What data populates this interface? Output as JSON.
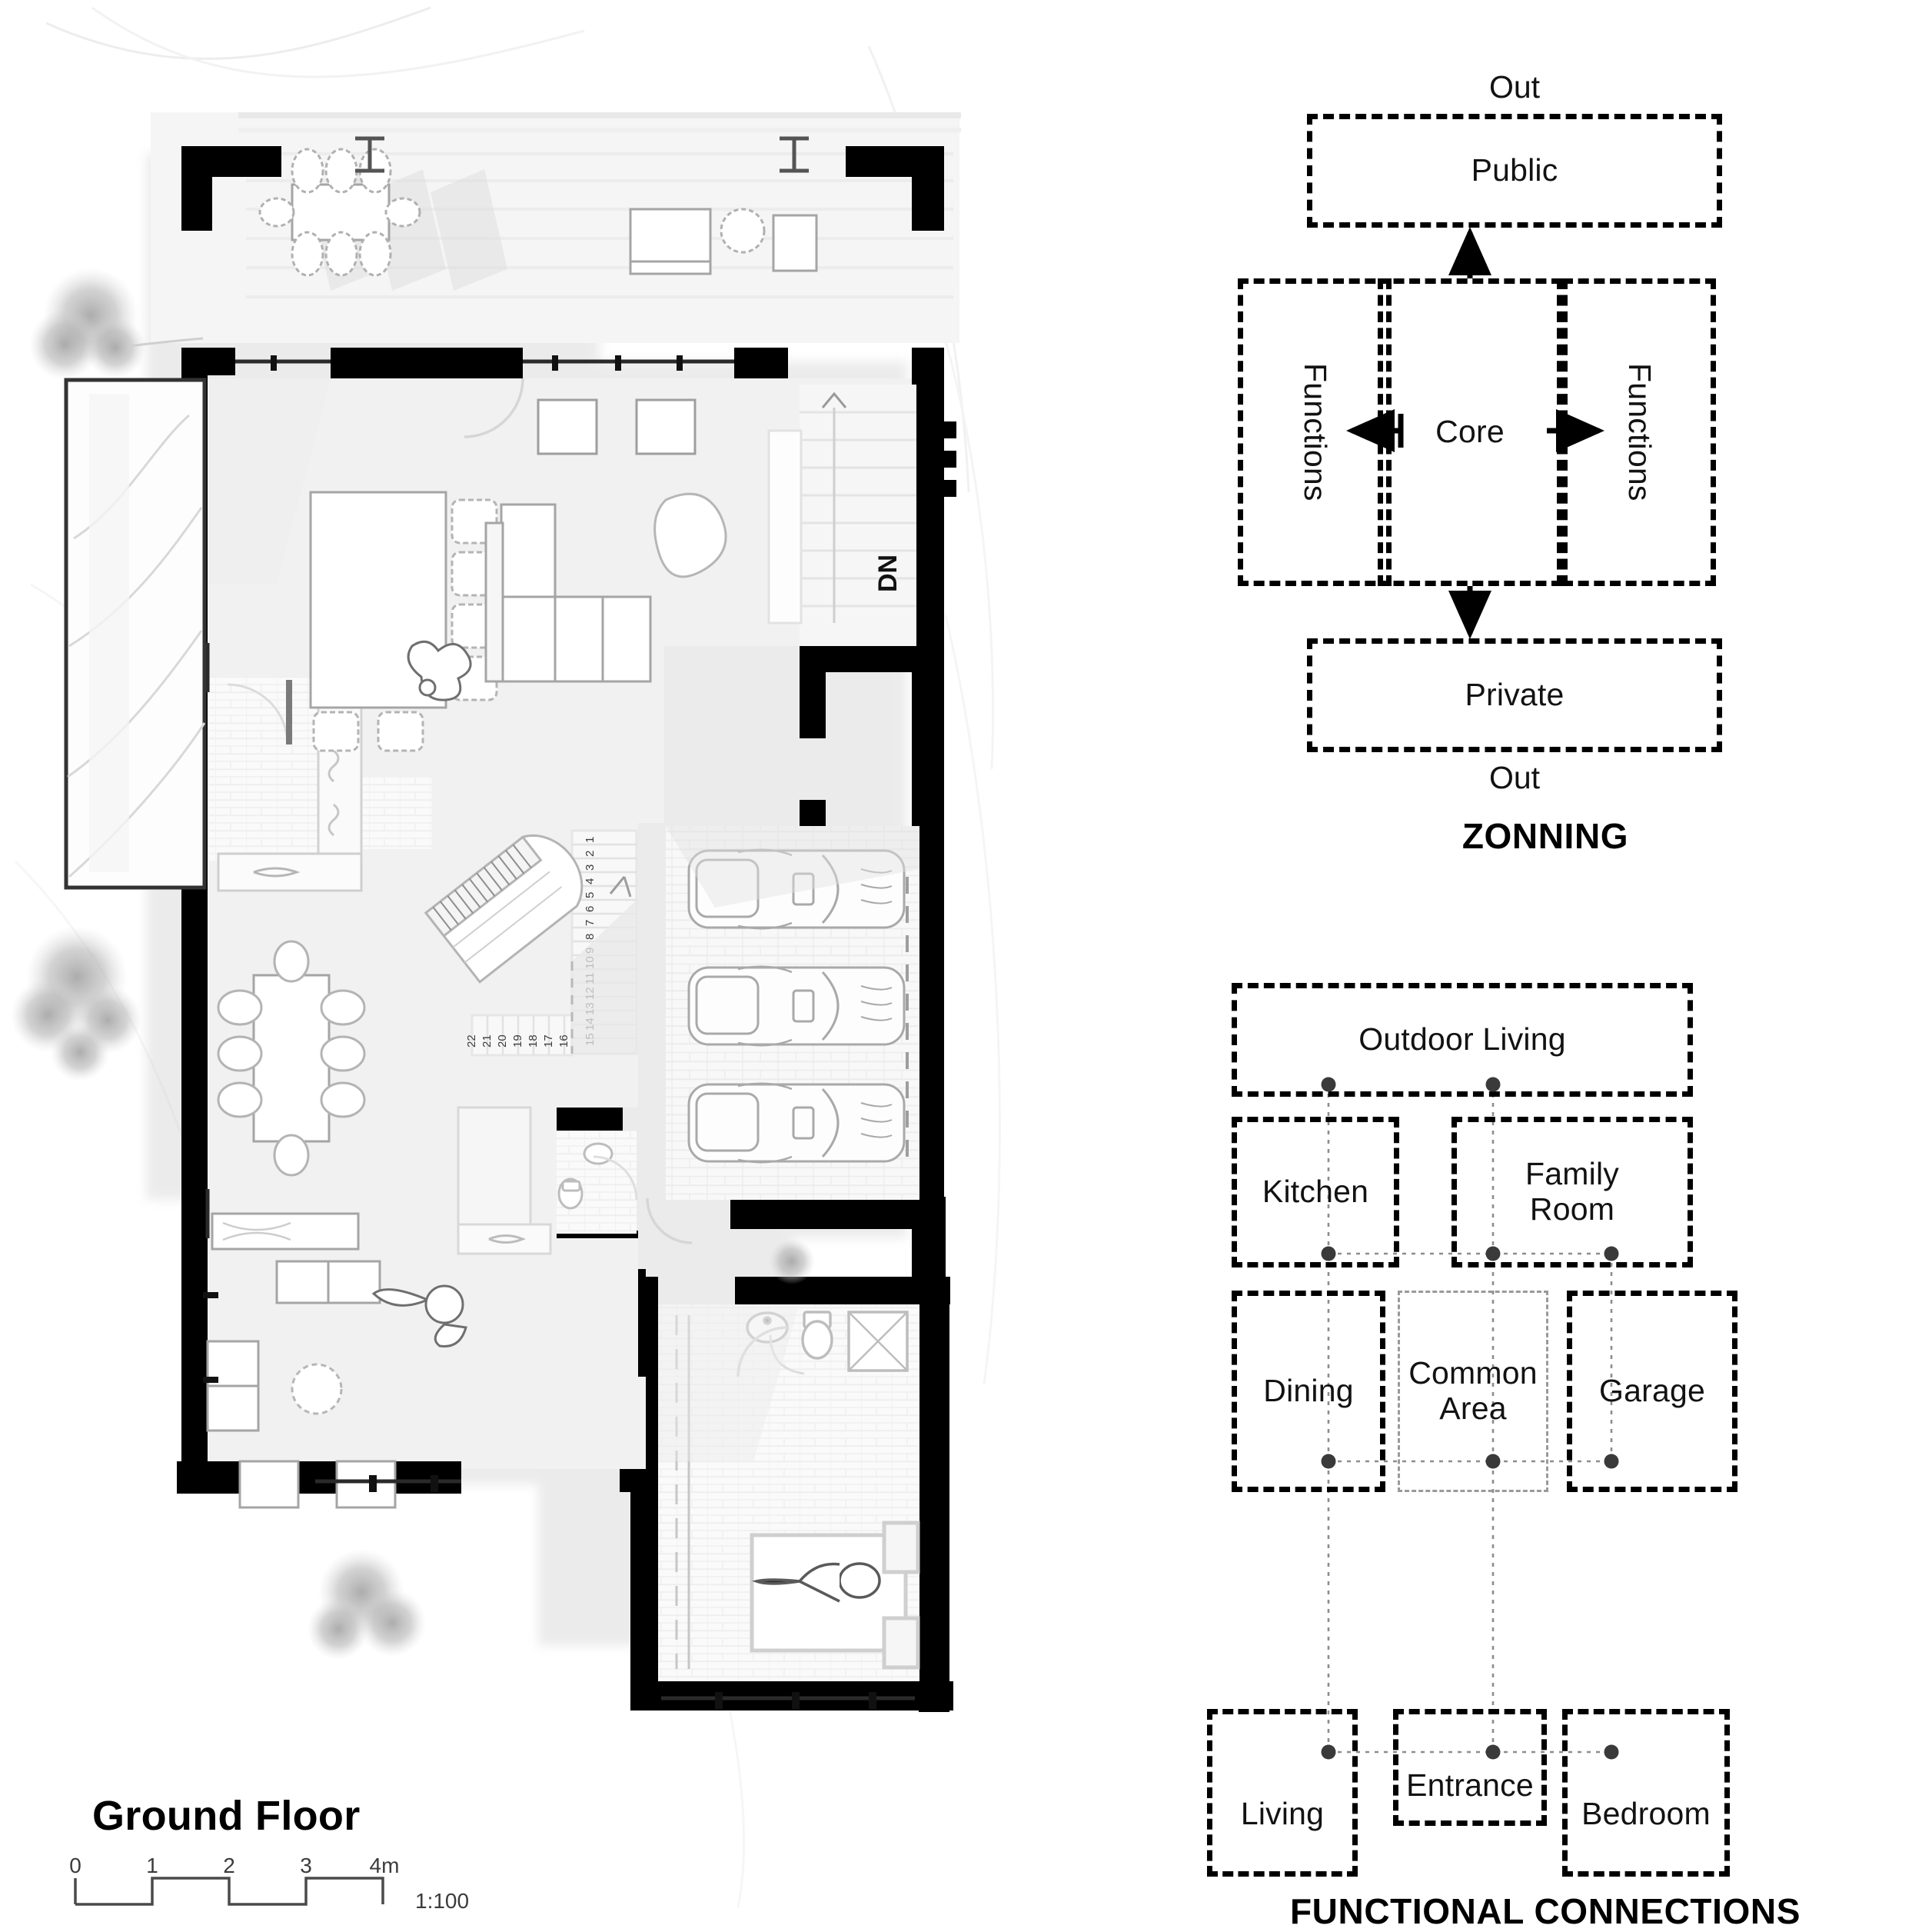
{
  "sheet": {
    "plan_title": "Ground Floor",
    "scale_ratio": "1:100",
    "scale_ticks": [
      "0",
      "1",
      "2",
      "3",
      "4m"
    ],
    "accent_color": "#000000",
    "wall_color": "#000000",
    "floor_fill": "#f1f1f1",
    "tile_fill": "#f7f7f7",
    "furniture_stroke": "#8d8d8d",
    "tree_color": "#bdbdbd"
  },
  "plan": {
    "room_annotations": [
      {
        "name": "stair-direction-label",
        "text": "DN"
      }
    ],
    "stair_tread_numbers_run_a": [
      "1",
      "2",
      "3",
      "4",
      "5",
      "6",
      "7",
      "8",
      "9",
      "10",
      "11",
      "12",
      "13",
      "14",
      "15",
      "16"
    ],
    "stair_tread_numbers_run_b": [
      "22",
      "21",
      "20",
      "19",
      "18",
      "17",
      "16"
    ],
    "car_count": 3,
    "tree_count": 3
  },
  "zonning": {
    "title": "ZONNING",
    "label_top_out": "Out",
    "label_bottom_out": "Out",
    "boxes": {
      "public": "Public",
      "functions_left": "Functions",
      "core": "Core",
      "functions_right": "Functions",
      "private": "Private"
    },
    "arrows": [
      {
        "from": "core",
        "to": "public",
        "direction": "up"
      },
      {
        "from": "core",
        "to": "functions_left",
        "direction": "left"
      },
      {
        "from": "core",
        "to": "functions_right",
        "direction": "right"
      },
      {
        "from": "core",
        "to": "private",
        "direction": "down"
      }
    ]
  },
  "functional_connections": {
    "title": "FUNCTIONAL CONNECTIONS",
    "boxes": {
      "outdoor_living": "Outdoor Living",
      "kitchen": "Kitchen",
      "family_room": "Family\nRoom",
      "dining": "Dining",
      "common_area": "Common\nArea",
      "garage": "Garage",
      "living": "Living",
      "entrance": "Entrance",
      "bedroom": "Bedroom"
    },
    "family_room_line1": "Family",
    "family_room_line2": "Room",
    "common_area_line1": "Common",
    "common_area_line2": "Area"
  }
}
